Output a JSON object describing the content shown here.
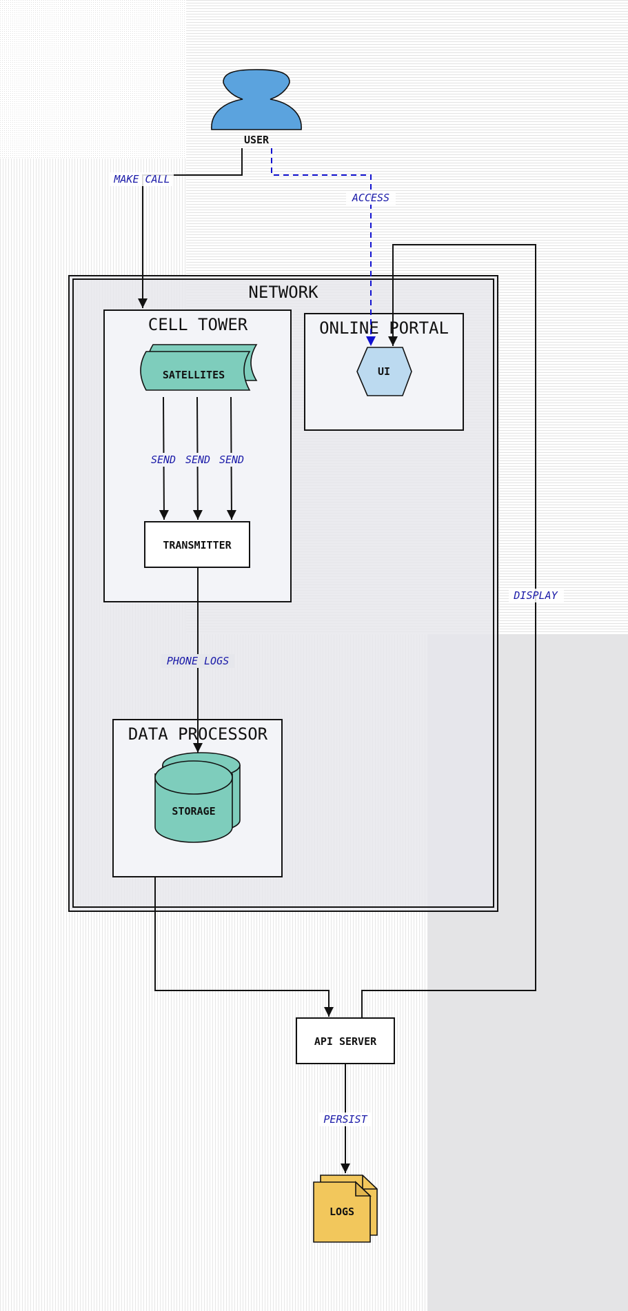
{
  "nodes": {
    "user": "USER",
    "satellites": "SATELLITES",
    "transmitter": "TRANSMITTER",
    "ui": "UI",
    "storage": "STORAGE",
    "api_server": "API SERVER",
    "logs": "LOGS"
  },
  "groups": {
    "network": "NETWORK",
    "cell_tower": "CELL TOWER",
    "online_portal": "ONLINE PORTAL",
    "data_processor": "DATA PROCESSOR"
  },
  "edges": {
    "make_call": "MAKE CALL",
    "access": "ACCESS",
    "send_1": "SEND",
    "send_2": "SEND",
    "send_3": "SEND",
    "display": "DISPLAY",
    "phone_logs": "PHONE LOGS",
    "persist": "PERSIST"
  },
  "colors": {
    "user": "#5ba3de",
    "teal": "#7ecdbc",
    "ui": "#bcdaf0",
    "logs": "#f2c75c",
    "group_fill": "#f3f4f8",
    "edge_label": "#1a1aa8",
    "access_edge": "#1010d0"
  }
}
